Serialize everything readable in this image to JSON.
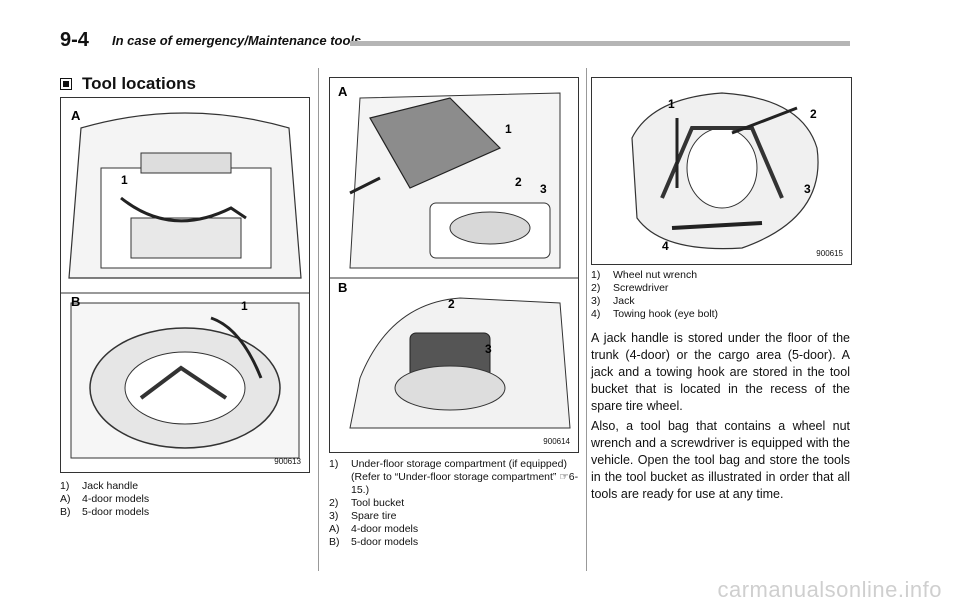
{
  "header": {
    "page_number": "9-4",
    "section": "In case of emergency/Maintenance tools"
  },
  "heading": "Tool locations",
  "figures": {
    "fig1": {
      "code": "900613",
      "label_a": "A",
      "label_b": "B",
      "callout_1a": "1",
      "callout_1b": "1"
    },
    "fig2": {
      "code": "900614",
      "label_a": "A",
      "label_b": "B",
      "callout_1": "1",
      "callout_2a": "2",
      "callout_3a": "3",
      "callout_2b": "2",
      "callout_3b": "3"
    },
    "fig3": {
      "code": "900615",
      "callout_1": "1",
      "callout_2": "2",
      "callout_3": "3",
      "callout_4": "4"
    }
  },
  "captions": {
    "col1": [
      {
        "num": "1)",
        "text": "Jack handle"
      },
      {
        "num": "A)",
        "text": "4-door models"
      },
      {
        "num": "B)",
        "text": "5-door models"
      }
    ],
    "col2": [
      {
        "num": "1)",
        "text": "Under-floor storage compartment (if equipped) (Refer to “Under-floor storage compartment” ☞6-15.)"
      },
      {
        "num": "2)",
        "text": "Tool bucket"
      },
      {
        "num": "3)",
        "text": "Spare tire"
      },
      {
        "num": "A)",
        "text": "4-door models"
      },
      {
        "num": "B)",
        "text": "5-door models"
      }
    ],
    "col3": [
      {
        "num": "1)",
        "text": "Wheel nut wrench"
      },
      {
        "num": "2)",
        "text": "Screwdriver"
      },
      {
        "num": "3)",
        "text": "Jack"
      },
      {
        "num": "4)",
        "text": "Towing hook (eye bolt)"
      }
    ]
  },
  "paragraphs": [
    "A jack handle is stored under the floor of the trunk (4-door) or the cargo area (5-door). A jack and a towing hook are stored in the tool bucket that is located in the recess of the spare tire wheel.",
    "Also, a tool bag that contains a wheel nut wrench and a screwdriver is equipped with the vehicle. Open the tool bag and store the tools in the tool bucket as illustrated in order that all tools are ready for use at any time."
  ],
  "watermark": "carmanualsonline.info"
}
